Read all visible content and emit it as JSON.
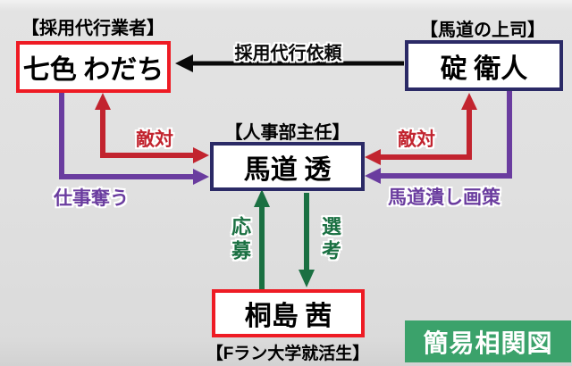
{
  "diagram": {
    "badge": {
      "label": "簡易相関図"
    },
    "nodes": {
      "nanairo": {
        "role": "【採用代行業者】",
        "name": "七色 わだち"
      },
      "ikari": {
        "role": "【馬道の上司】",
        "name": "碇 衛人"
      },
      "umamichi": {
        "role": "【人事部主任】",
        "name": "馬道 透"
      },
      "kirishima": {
        "role": "【Fラン大学就活生】",
        "name": "桐島 茜"
      }
    },
    "edges": {
      "hire_request": {
        "label": "採用代行依頼",
        "from": "ikari",
        "to": "nanairo",
        "color_key": "black",
        "direction": "one-way"
      },
      "hostility_left": {
        "label": "敵対",
        "between": [
          "nanairo",
          "umamichi"
        ],
        "color_key": "red",
        "direction": "two-way"
      },
      "hostility_right": {
        "label": "敵対",
        "between": [
          "ikari",
          "umamichi"
        ],
        "color_key": "red",
        "direction": "two-way"
      },
      "steal_work": {
        "label": "仕事奪う",
        "from": "nanairo",
        "to": "umamichi",
        "color_key": "purple",
        "direction": "one-way"
      },
      "crush_plot": {
        "label": "馬道潰し画策",
        "from": "ikari",
        "to": "umamichi",
        "color_key": "purple",
        "direction": "one-way"
      },
      "apply": {
        "label": "応募",
        "from": "kirishima",
        "to": "umamichi",
        "color_key": "green",
        "direction": "one-way"
      },
      "selection": {
        "label": "選考",
        "from": "umamichi",
        "to": "kirishima",
        "color_key": "green",
        "direction": "one-way"
      }
    }
  },
  "colors": {
    "background": "#e0e0e0",
    "box_fill": "#ffffff",
    "red_box_border": "#ee1b24",
    "navy_box_border": "#2b2a66",
    "black": "#0a0a0a",
    "red_arrow": "#c2242f",
    "purple_arrow": "#6a3c9f",
    "green_arrow": "#1a7042",
    "badge_bg": "#3ba26b",
    "badge_text": "#ffffff"
  }
}
